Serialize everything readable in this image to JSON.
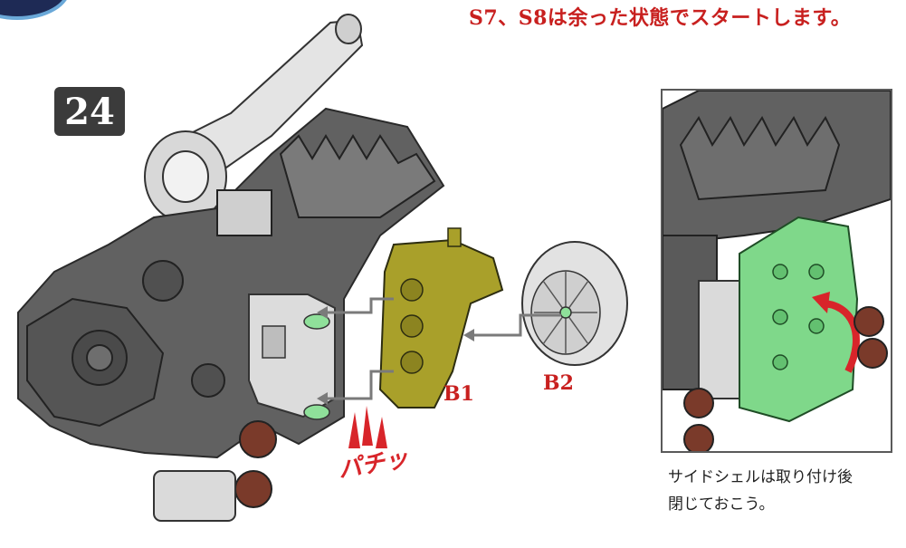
{
  "header": {
    "note": "S7、S8は余った状態でスタートします。"
  },
  "step": {
    "number": "24"
  },
  "labels": {
    "b1": "B1",
    "b2": "B2",
    "click": "パチッ"
  },
  "caption": {
    "line1": "サイドシェルは取り付け後",
    "line2": "閉じておこう。"
  },
  "colors": {
    "accent_red": "#c8201f",
    "part_olive": "#a9a02a",
    "part_green": "#7fd88a",
    "dark_gray": "#5e5e5e",
    "light_gray": "#d9d9d9",
    "brown": "#7a3a2a"
  }
}
